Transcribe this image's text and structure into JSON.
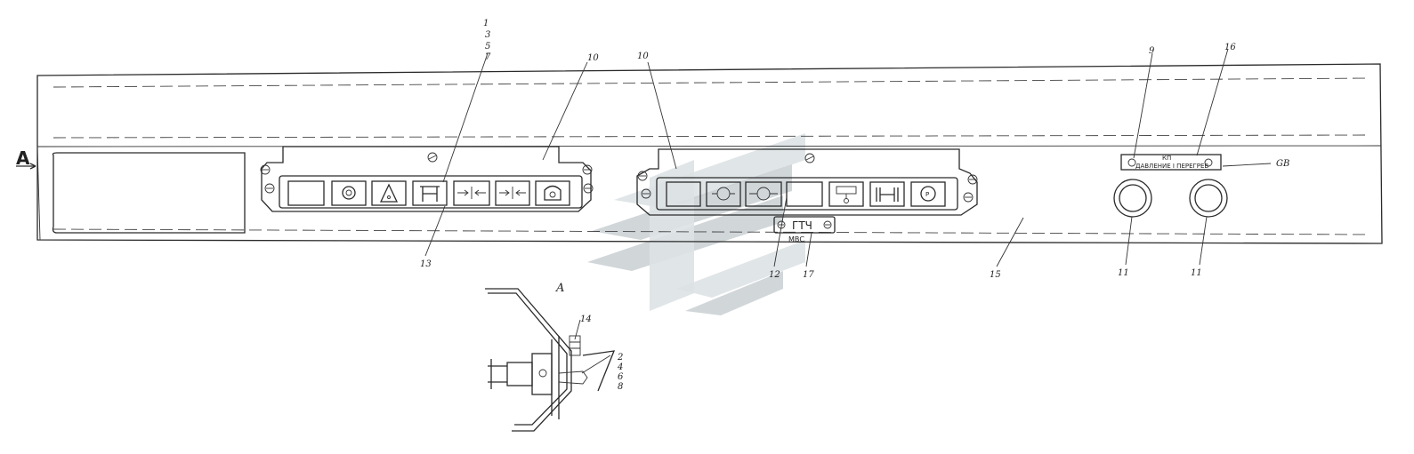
{
  "view_marker": "A",
  "section_label": "A",
  "callouts": {
    "group_top": [
      "1",
      "3",
      "5",
      "7"
    ],
    "left_panel": "10",
    "right_panel": "10",
    "left_bottom": "13",
    "item_9": "9",
    "item_16": "16",
    "gv": "GB",
    "item_11_left": "11",
    "item_11_right": "11",
    "item_15": "15",
    "item_12": "12",
    "item_17": "17",
    "detail_14": "14",
    "detail_group": [
      "2",
      "4",
      "6",
      "8"
    ]
  },
  "plates": {
    "gtch": "ГТЧ",
    "mbc": "МВС",
    "kp_title": "КП",
    "kp_text": "ДАВЛЕНИЕ  I  ПЕРЕГРЕВ"
  },
  "left_indicators": [
    "blank",
    "brake-icon",
    "warning-icon",
    "axle-lock-icon",
    "diff-arrows-icon",
    "diff-arrows-icon",
    "oil-can-icon"
  ],
  "right_indicators": [
    "blank",
    "pump-icon",
    "turbo-icon",
    "blank",
    "trailer-icon",
    "axle-icon",
    "parking-brake-icon"
  ]
}
